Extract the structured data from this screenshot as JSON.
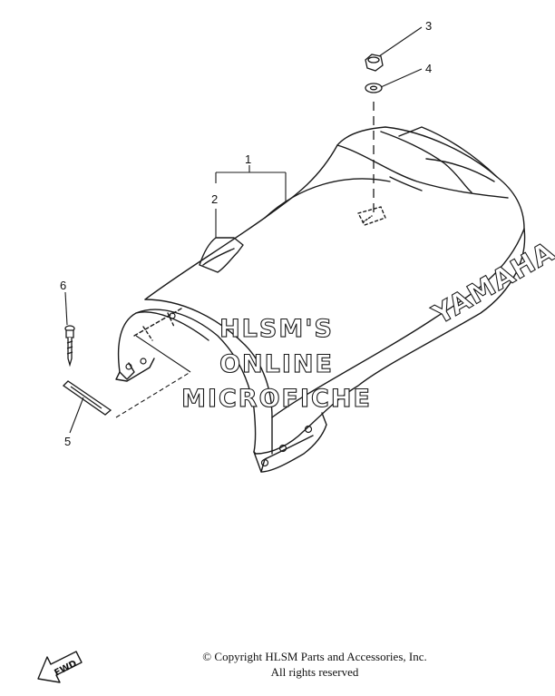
{
  "diagram": {
    "callouts": [
      {
        "label": "1"
      },
      {
        "label": "2"
      },
      {
        "label": "3"
      },
      {
        "label": "4"
      },
      {
        "label": "5"
      },
      {
        "label": "6"
      }
    ],
    "brand_text": "YAMAHA",
    "direction_label": "FWD"
  },
  "watermark": {
    "line1": "HLSM'S",
    "line2": "ONLINE",
    "line3": "MICROFICHE"
  },
  "footer": {
    "copyright": "© Copyright HLSM Parts and Accessories, Inc.",
    "rights": "All rights reserved"
  }
}
